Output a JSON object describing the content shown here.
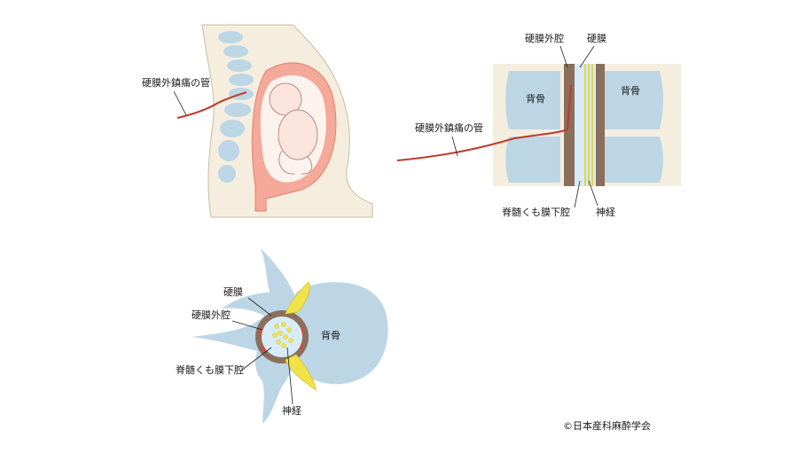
{
  "panel_pregnant": {
    "catheter_label": "硬膜外鎮痛の管"
  },
  "panel_side_section": {
    "label_epidural_space": "硬膜外腔",
    "label_dura": "硬膜",
    "label_vertebra_left": "背骨",
    "label_vertebra_right": "背骨",
    "label_catheter": "硬膜外鎮痛の管",
    "label_subarachnoid": "脊髄くも膜下腔",
    "label_nerve": "神経"
  },
  "panel_cross_section": {
    "label_dura": "硬膜",
    "label_epidural_space": "硬膜外腔",
    "label_subarachnoid": "脊髄くも膜下腔",
    "label_nerve": "神経",
    "label_vertebra": "背骨"
  },
  "copyright": "©日本産科麻酔学会",
  "colors": {
    "bone": "#bcd6e6",
    "skin": "#f5eede",
    "uterus": "#f4a99a",
    "fetus": "#fbe5dd",
    "dura": "#8a6f5c",
    "nerve": "#f2e24a",
    "csf": "#d8ecf7",
    "catheter": "#c0392b"
  }
}
